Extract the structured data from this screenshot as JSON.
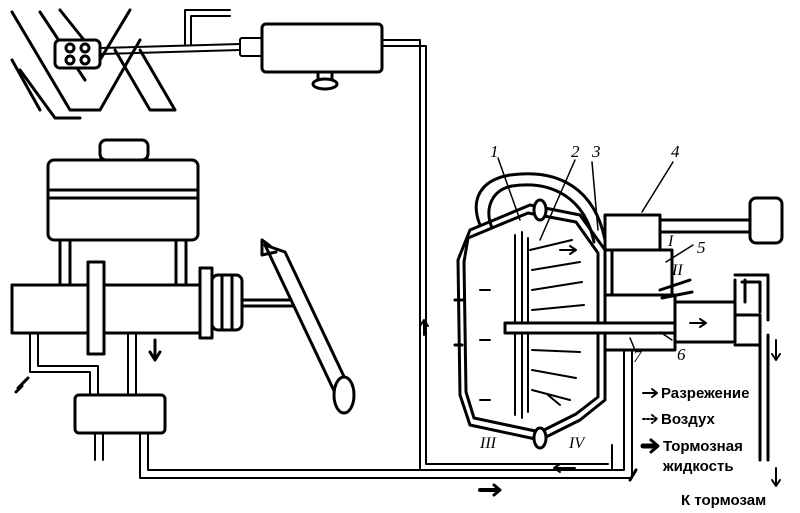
{
  "labels": {
    "callouts": [
      "1",
      "2",
      "3",
      "4",
      "5",
      "6",
      "7"
    ],
    "chambers": [
      "I",
      "II",
      "III",
      "IV"
    ]
  },
  "legend": {
    "vacuum": "Разрежение",
    "air": "Воздух",
    "fluid_line1": "Тормозная",
    "fluid_line2": "жидкость",
    "to_brakes": "К тормозам"
  },
  "colors": {
    "ink": "#000000",
    "paper": "#ffffff"
  }
}
